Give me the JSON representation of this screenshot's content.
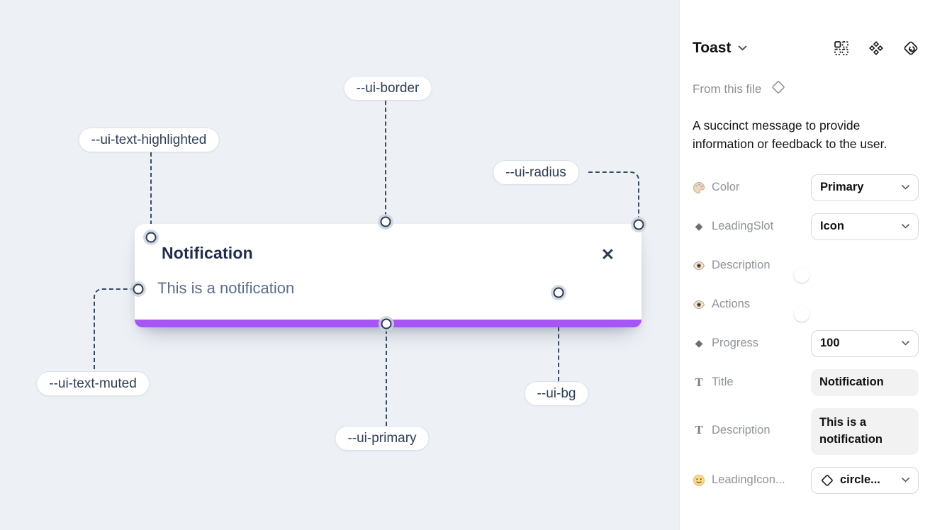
{
  "theme": {
    "canvas-bg": "#edf1f6",
    "line": "#3c4a63",
    "primary-bar": "#a855f7",
    "toggle-on": "#2196f3"
  },
  "canvas": {
    "toast": {
      "title": "Notification",
      "description": "This is a notification",
      "close_glyph": "✕"
    },
    "labels": [
      {
        "id": "border",
        "text": "--ui-border"
      },
      {
        "id": "highlighted",
        "text": "--ui-text-highlighted"
      },
      {
        "id": "radius",
        "text": "--ui-radius"
      },
      {
        "id": "muted",
        "text": "--ui-text-muted"
      },
      {
        "id": "primary",
        "text": "--ui-primary"
      },
      {
        "id": "bg",
        "text": "--ui-bg"
      }
    ]
  },
  "panel": {
    "title": "Toast",
    "source_label": "From this file",
    "description": "A succinct message to provide information or feedback to the user.",
    "toolbar_icons": [
      "grid-icon",
      "component-icon",
      "go-to-main-component-icon"
    ],
    "properties": [
      {
        "label": "Color",
        "icon": "palette-icon",
        "control": "select",
        "value": "Primary"
      },
      {
        "label": "LeadingSlot",
        "icon": "diamond-icon",
        "control": "select",
        "value": "Icon"
      },
      {
        "label": "Description",
        "icon": "eye-icon",
        "control": "toggle",
        "value": true
      },
      {
        "label": "Actions",
        "icon": "eye-icon",
        "control": "toggle",
        "value": true
      },
      {
        "label": "Progress",
        "icon": "diamond-icon",
        "control": "select",
        "value": "100"
      },
      {
        "label": "Title",
        "icon": "text-icon",
        "control": "textfield",
        "value": "Notification"
      },
      {
        "label": "Description",
        "icon": "text-icon",
        "control": "textfield",
        "value": "This is a notification"
      },
      {
        "label": "LeadingIcon...",
        "icon": "smiley-icon",
        "control": "icon-select",
        "value": "circle..."
      }
    ]
  }
}
